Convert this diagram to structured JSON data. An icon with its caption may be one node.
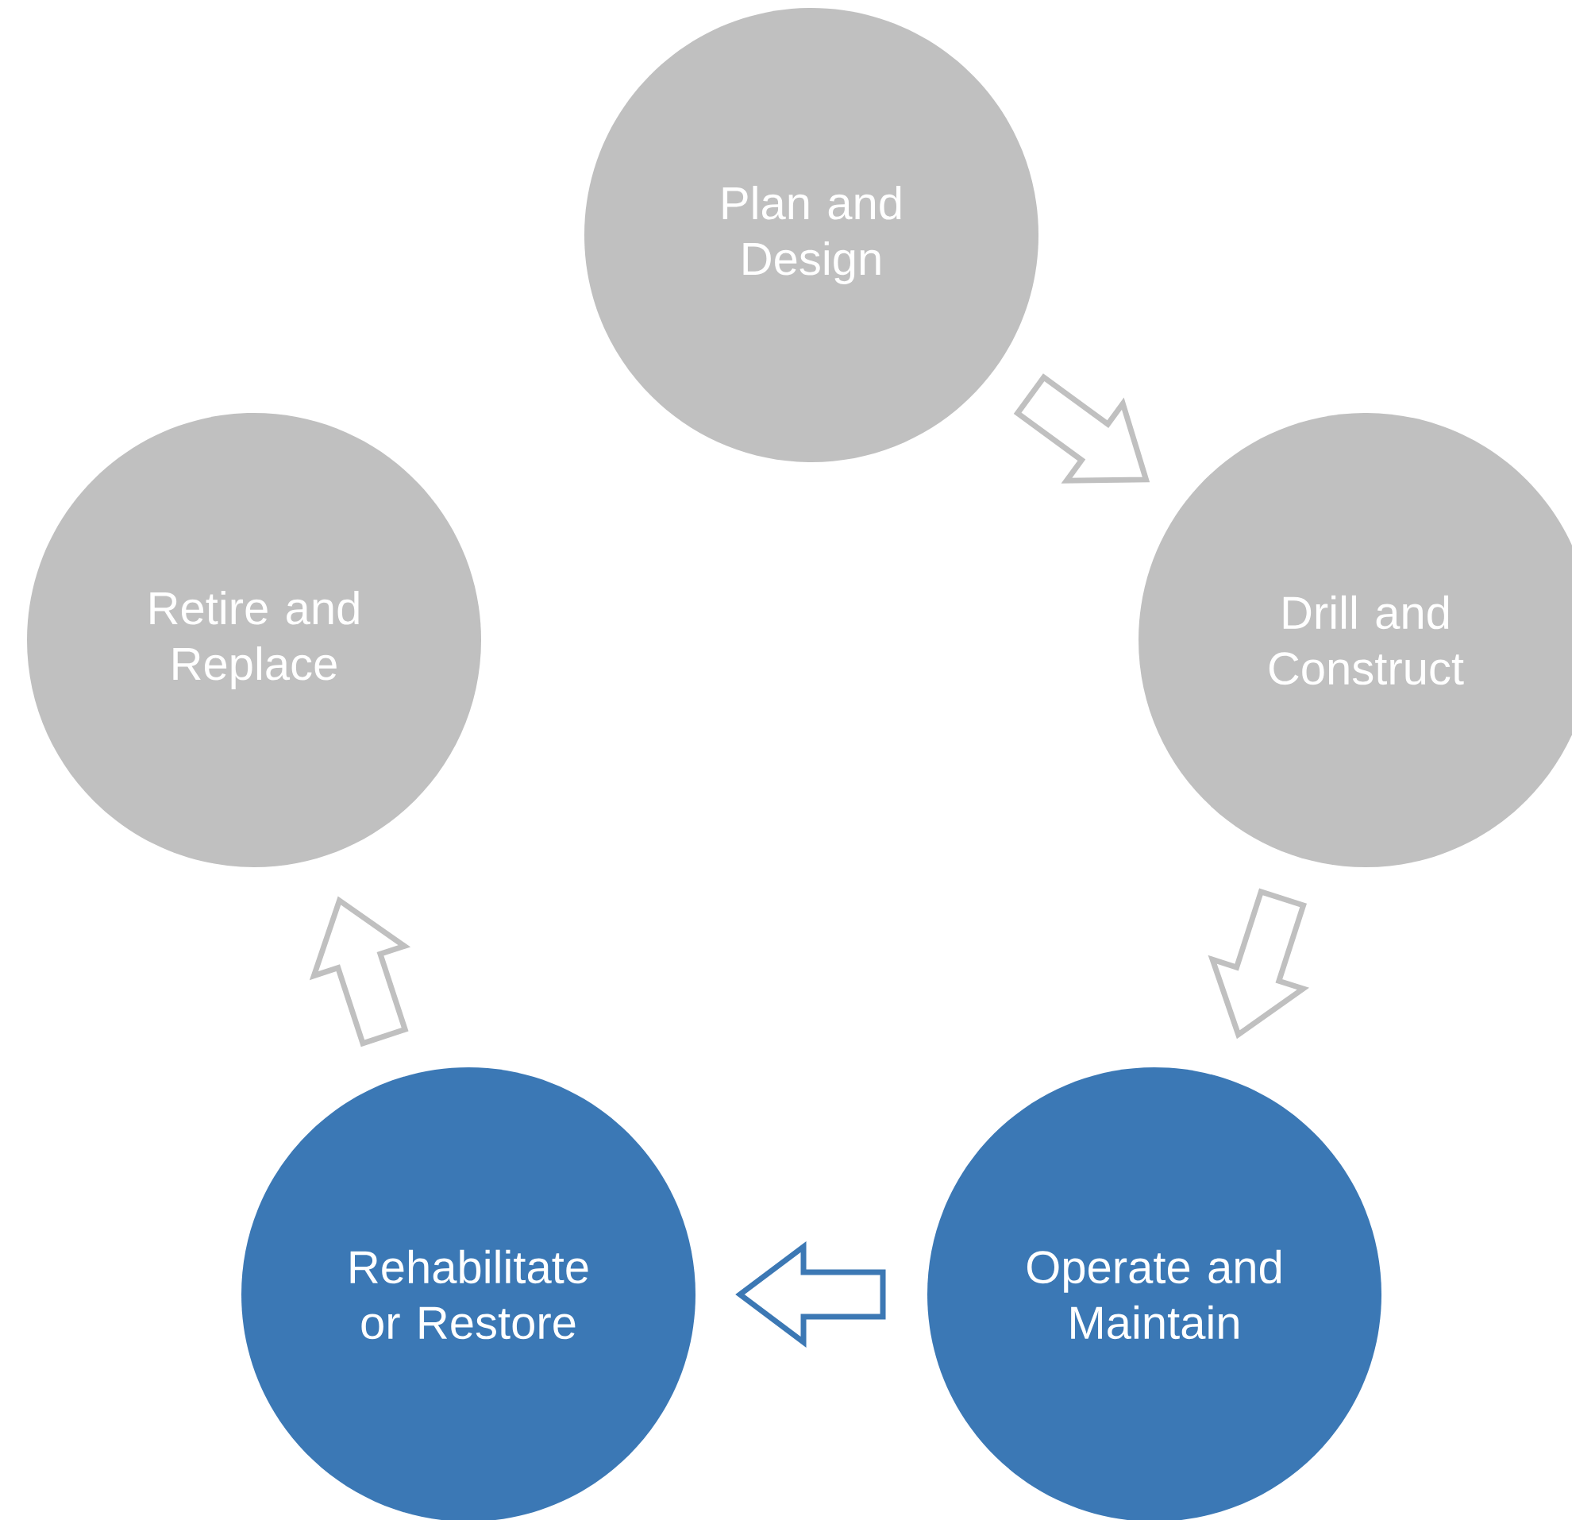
{
  "diagram": {
    "nodes": [
      {
        "text": [
          "Plan and Design"
        ]
      },
      {
        "text": [
          "Drill and Construct"
        ]
      },
      {
        "text": [
          "Operate and Maintain"
        ]
      },
      {
        "text": [
          "Rehabilitate or Restore"
        ]
      },
      {
        "text": [
          "Retire and Replace"
        ]
      }
    ],
    "edges": [
      {
        "from": 0,
        "to": 1,
        "arrow": "to"
      },
      {
        "from": 1,
        "to": 2,
        "arrow": "to"
      },
      {
        "from": 2,
        "to": 3,
        "arrow": "to",
        "color": "#3c78b4"
      },
      {
        "from": 3,
        "to": 4,
        "arrow": "to"
      }
    ]
  }
}
